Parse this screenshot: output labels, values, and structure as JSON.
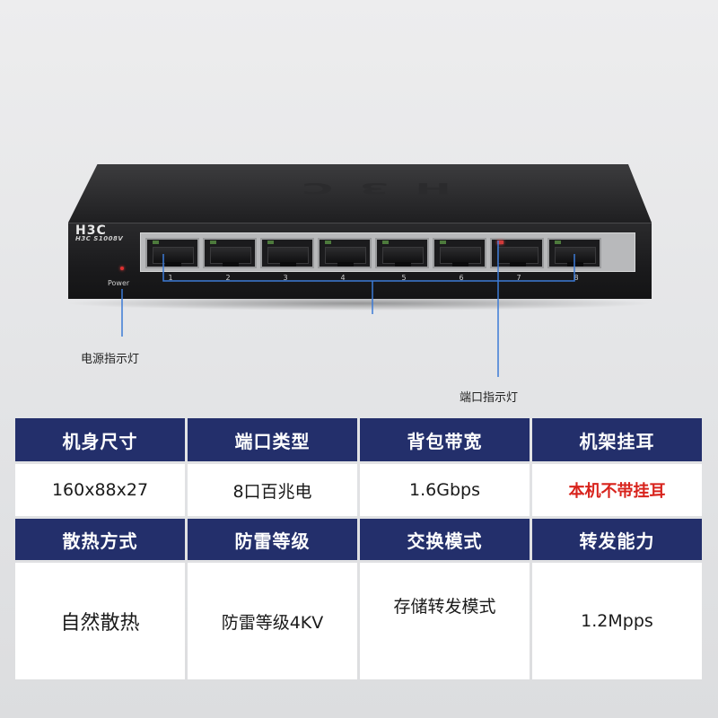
{
  "device": {
    "brand": "H3C",
    "model": "H3C  S1008V",
    "power_label": "Power",
    "ports": [
      {
        "num": "1",
        "led": "green"
      },
      {
        "num": "2",
        "led": "green"
      },
      {
        "num": "3",
        "led": "green"
      },
      {
        "num": "4",
        "led": "green"
      },
      {
        "num": "5",
        "led": "green"
      },
      {
        "num": "6",
        "led": "green"
      },
      {
        "num": "7",
        "led": "red"
      },
      {
        "num": "8",
        "led": "green"
      }
    ],
    "top_logo": "H3C"
  },
  "callouts": {
    "power": "电源指示灯",
    "port": "端口指示灯"
  },
  "specs": {
    "row1_headers": [
      "机身尺寸",
      "端口类型",
      "背包带宽",
      "机架挂耳"
    ],
    "row1_values": [
      "160x88x27",
      "8口百兆电",
      "1.6Gbps",
      "本机不带挂耳"
    ],
    "row2_headers": [
      "散热方式",
      "防雷等级",
      "交换模式",
      "转发能力"
    ],
    "row2_values": [
      "自然散热",
      "防雷等级4KV",
      "存储转发模式",
      "1.2Mpps"
    ]
  },
  "colors": {
    "header_bg": "#232f6b",
    "warning_text": "#d8231c"
  }
}
